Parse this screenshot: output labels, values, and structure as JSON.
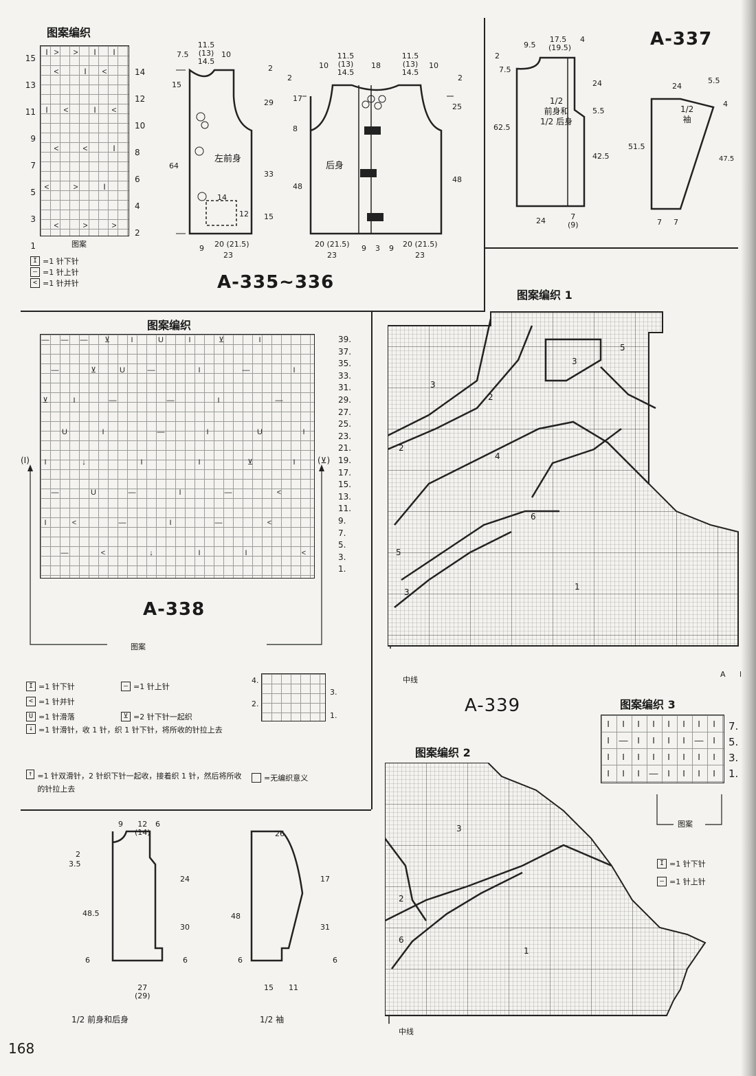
{
  "page_number": "168",
  "icons": [
    "knit-symbol-icon",
    "purl-symbol-icon",
    "k2tog-symbol-icon",
    "slip-symbol-icon",
    "arrow-up-icon"
  ],
  "a335": {
    "chart_title": "图案编织",
    "chart_caption": "图案",
    "chart_rows_left": [
      "15",
      "13",
      "11",
      "9",
      "7",
      "5",
      "3",
      "1"
    ],
    "chart_rows_right": [
      "14",
      "12",
      "10",
      "8",
      "6",
      "4",
      "2"
    ],
    "legend": [
      {
        "sym": "I",
        "text": "=1 针下针"
      },
      {
        "sym": "—",
        "text": "=1 针上针"
      },
      {
        "sym": "<",
        "text": "=1 针并针"
      }
    ],
    "front_label": "左前身",
    "back_label": "后身",
    "front_dims": {
      "top": "7.5",
      "neck": "11.5",
      "neck2": "(13)",
      "neck3": "14.5",
      "top_r": "10",
      "side": "15",
      "mid": "29",
      "left": "64",
      "center": "33",
      "bot": "15",
      "pocket_w": "14",
      "pocket_h": "12",
      "dash": "2",
      "b1": "9",
      "b2": "20 (21.5)",
      "b3": "23"
    },
    "back_dims": {
      "top_l": "10",
      "neck": "11.5",
      "neck2": "(13)",
      "neck3": "14.5",
      "mid": "18",
      "neck_r": "11.5",
      "neck_r2": "(13)",
      "neck_r3": "14.5",
      "top_r": "10",
      "dash_l": "2",
      "dash_r": "2",
      "s1": "17",
      "s2": "8",
      "s3": "48",
      "r1": "25",
      "r2": "48",
      "b1": "20 (21.5)",
      "b2": "9",
      "b3": "3",
      "b4": "9",
      "b5": "20 (21.5)",
      "b6": "23",
      "b7": "23"
    },
    "code": "A-335~336"
  },
  "a337": {
    "code": "A-337",
    "body_label_1": "1/2",
    "body_label_2": "前身和",
    "body_label_3": "1/2 后身",
    "sleeve_label_1": "1/2",
    "sleeve_label_2": "袖",
    "dims": {
      "t1": "9.5",
      "t2": "17.5",
      "t2b": "(19.5)",
      "t3": "4",
      "l1": "2",
      "l2": "7.5",
      "l3": "62.5",
      "r1": "24",
      "r2": "5.5",
      "r3": "42.5",
      "b1": "24",
      "b2": "7",
      "b2b": "(9)",
      "s_top": "24",
      "s_top2": "5.5",
      "s_r": "4",
      "s_l": "51.5",
      "s_rr": "47.5",
      "s_b1": "7",
      "s_b2": "7"
    }
  },
  "a338": {
    "chart_title": "图案编织",
    "code": "A-338",
    "caption": "图案",
    "row_numbers": [
      "39.",
      "37.",
      "35.",
      "33.",
      "31.",
      "29.",
      "27.",
      "25.",
      "23.",
      "21.",
      "19.",
      "17.",
      "15.",
      "13.",
      "11.",
      "9.",
      "7.",
      "5.",
      "3.",
      "1."
    ],
    "side_left": "(I)",
    "side_right": "(⊻)",
    "legend": [
      {
        "sym": "I",
        "text": "=1 针下针"
      },
      {
        "sym": "—",
        "text": "=1 针上针"
      },
      {
        "sym": "<",
        "text": "=1 针并针"
      },
      {
        "sym": "U",
        "text": "=1 针滑落"
      },
      {
        "sym": "⊻",
        "text": "=2 针下针一起织"
      },
      {
        "sym": "↓",
        "text": "=1 针滑针，收 1 针，织 1 针下针，将所收的针拉上去"
      },
      {
        "sym": "↑",
        "text": "=1 针双滑针，2 针织下针一起收，接着织 1 针，然后将所收的针拉上去"
      },
      {
        "sym": "",
        "text": "=无编织意义"
      }
    ],
    "mini_rows": [
      "4.",
      "3.",
      "2.",
      "1."
    ],
    "dims": {
      "t1": "9",
      "t2": "12",
      "t2b": "(14)",
      "t3": "6",
      "l1": "2",
      "l2": "3.5",
      "l3": "48.5",
      "l4": "6",
      "r1": "24",
      "r2": "30",
      "r3": "6",
      "b1": "27",
      "b1b": "(29)",
      "s_top": "26",
      "s_l": "48",
      "s_l2": "6",
      "s_r1": "17",
      "s_r2": "31",
      "s_r3": "6",
      "s_b1": "15",
      "s_b2": "11"
    },
    "caption_body": "1/2 前身和后身",
    "caption_sleeve": "1/2 袖"
  },
  "a339": {
    "code": "A-339",
    "chart1_title": "图案编织 1",
    "chart2_title": "图案编织 2",
    "chart3_title": "图案编织 3",
    "chart3_rows": [
      "7.",
      "5.",
      "3.",
      "1."
    ],
    "chart3_caption": "图案",
    "center_line": "中线",
    "mark_a": "A",
    "mark_b": "B",
    "legend": [
      {
        "sym": "I",
        "text": "=1 针下针"
      },
      {
        "sym": "—",
        "text": "=1 针上针"
      }
    ],
    "chart1_regions": [
      "1",
      "2",
      "3",
      "4",
      "5",
      "6"
    ],
    "chart2_regions": [
      "1",
      "2",
      "3",
      "6"
    ]
  }
}
